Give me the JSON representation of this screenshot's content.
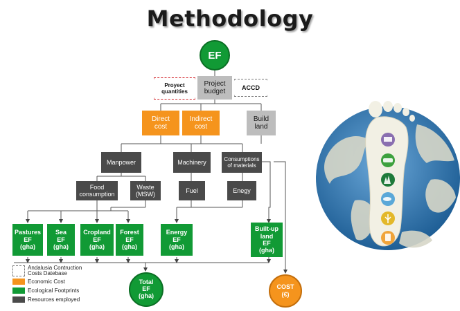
{
  "title": "Methodology",
  "ef_top": "EF",
  "project_quantities": "Proyect\nquantities",
  "project_budget": "Project\nbudget",
  "accd": "ACCD",
  "direct_cost": "Direct\ncost",
  "indirect_cost": "Indirect\ncost",
  "build_land": "Build\nland",
  "manpower": "Manpower",
  "machinery": "Machinery",
  "consumptions": "Consumptions\nof materials",
  "food": "Food\nconsumption",
  "waste": "Waste\n(MSW)",
  "fuel": "Fuel",
  "enegy": "Enegy",
  "pastures": "Pastures\nEF\n(gha)",
  "sea": "Sea\nEF\n(gha)",
  "cropland": "Cropland\nEF\n(gha)",
  "forest": "Forest\nEF\n(gha)",
  "energy_ef": "Energy\nEF\n(gha)",
  "builtup": "Built-up\nland\nEF\n(gha)",
  "total": "Total\nEF\n(gha)",
  "cost": "COST\n(€)",
  "legend": {
    "andalusia": "Andalusia Contruction\nCosts Datebase",
    "economic": "Economic Cost",
    "ecological": "Ecological Footprints",
    "resources": "Resources employed"
  },
  "colors": {
    "orange": "#f5941d",
    "green": "#119a35",
    "dark": "#4a4a4a",
    "grey": "#bdbdbd"
  }
}
